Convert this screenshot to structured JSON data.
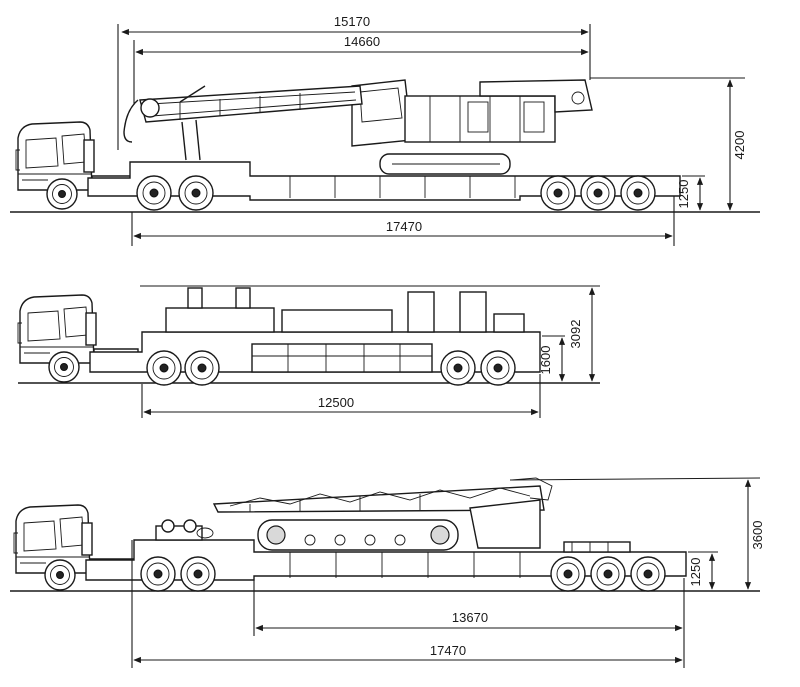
{
  "top": {
    "dims": {
      "overall_crane_length": "15170",
      "crane_length": "14660",
      "total_length": "17470",
      "total_height": "4200",
      "deck_height": "1250"
    }
  },
  "middle": {
    "dims": {
      "deck_length": "12500",
      "total_height": "3092",
      "deck_height": "1600"
    }
  },
  "bottom": {
    "dims": {
      "cargo_length": "13670",
      "total_length": "17470",
      "total_height": "3600",
      "deck_height": "1250"
    }
  }
}
